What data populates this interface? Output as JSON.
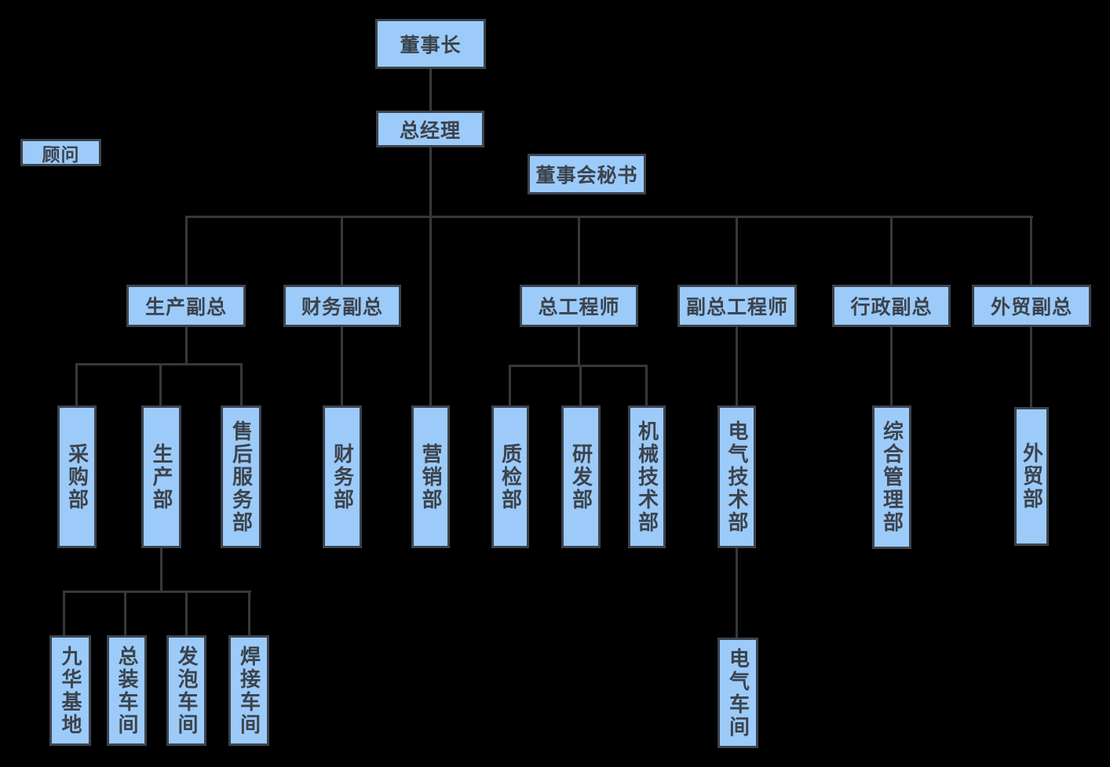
{
  "colors": {
    "background": "#000000",
    "node_fill": "#9CCBFA",
    "node_border": "#3C434D",
    "node_text": "#3C434D",
    "connector": "#35383B"
  },
  "nodes": {
    "chairman": {
      "label": "董事长"
    },
    "general_manager": {
      "label": "总经理"
    },
    "advisor": {
      "label": "顾问"
    },
    "board_secretary": {
      "label": "董事会秘书"
    },
    "production_vp": {
      "label": "生产副总"
    },
    "finance_vp": {
      "label": "财务副总"
    },
    "chief_engineer": {
      "label": "总工程师"
    },
    "deputy_chief_engineer": {
      "label": "副总工程师"
    },
    "admin_vp": {
      "label": "行政副总"
    },
    "foreign_trade_vp": {
      "label": "外贸副总"
    },
    "purchasing_dept": {
      "label": "采购部"
    },
    "production_dept": {
      "label": "生产部"
    },
    "after_sales_dept": {
      "label": "售后服务部"
    },
    "finance_dept": {
      "label": "财务部"
    },
    "marketing_dept": {
      "label": "营销部"
    },
    "quality_dept": {
      "label": "质检部"
    },
    "rd_dept": {
      "label": "研发部"
    },
    "mechanical_tech_dept": {
      "label": "机械技术部"
    },
    "electrical_tech_dept": {
      "label": "电气技术部"
    },
    "general_mgmt_dept": {
      "label": "综合管理部"
    },
    "foreign_trade_dept": {
      "label": "外贸部"
    },
    "jiuhua_base": {
      "label": "九华基地"
    },
    "assembly_workshop": {
      "label": "总装车间"
    },
    "foaming_workshop": {
      "label": "发泡车间"
    },
    "welding_workshop": {
      "label": "焊接车间"
    },
    "electrical_workshop": {
      "label": "电气车间"
    }
  },
  "edges": [
    {
      "from": "chairman",
      "to": "general_manager"
    },
    {
      "from": "general_manager",
      "to": "production_vp"
    },
    {
      "from": "general_manager",
      "to": "finance_vp"
    },
    {
      "from": "general_manager",
      "to": "marketing_dept"
    },
    {
      "from": "general_manager",
      "to": "chief_engineer"
    },
    {
      "from": "general_manager",
      "to": "deputy_chief_engineer"
    },
    {
      "from": "general_manager",
      "to": "admin_vp"
    },
    {
      "from": "general_manager",
      "to": "foreign_trade_vp"
    },
    {
      "from": "production_vp",
      "to": "purchasing_dept"
    },
    {
      "from": "production_vp",
      "to": "production_dept"
    },
    {
      "from": "production_vp",
      "to": "after_sales_dept"
    },
    {
      "from": "finance_vp",
      "to": "finance_dept"
    },
    {
      "from": "chief_engineer",
      "to": "quality_dept"
    },
    {
      "from": "chief_engineer",
      "to": "rd_dept"
    },
    {
      "from": "chief_engineer",
      "to": "mechanical_tech_dept"
    },
    {
      "from": "deputy_chief_engineer",
      "to": "electrical_tech_dept"
    },
    {
      "from": "admin_vp",
      "to": "general_mgmt_dept"
    },
    {
      "from": "foreign_trade_vp",
      "to": "foreign_trade_dept"
    },
    {
      "from": "production_dept",
      "to": "jiuhua_base"
    },
    {
      "from": "production_dept",
      "to": "assembly_workshop"
    },
    {
      "from": "production_dept",
      "to": "foaming_workshop"
    },
    {
      "from": "production_dept",
      "to": "welding_workshop"
    },
    {
      "from": "electrical_tech_dept",
      "to": "electrical_workshop"
    }
  ]
}
